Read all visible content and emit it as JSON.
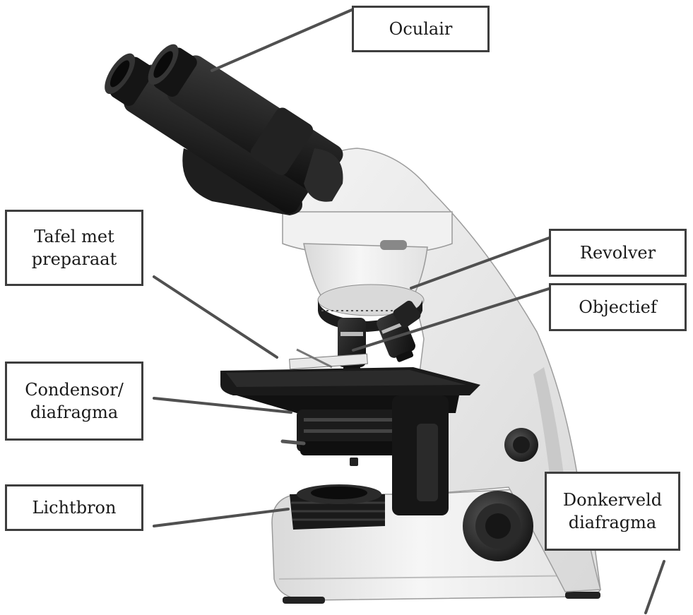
{
  "labels": {
    "oculair": "Oculair",
    "tafel": "Tafel met\npreparaat",
    "revolver": "Revolver",
    "objectief": "Objectief",
    "condensor": "Condensor/\ndiafragma",
    "lichtbron": "Lichtbron",
    "donkerveld": "Donkerveld\ndiafragma"
  }
}
